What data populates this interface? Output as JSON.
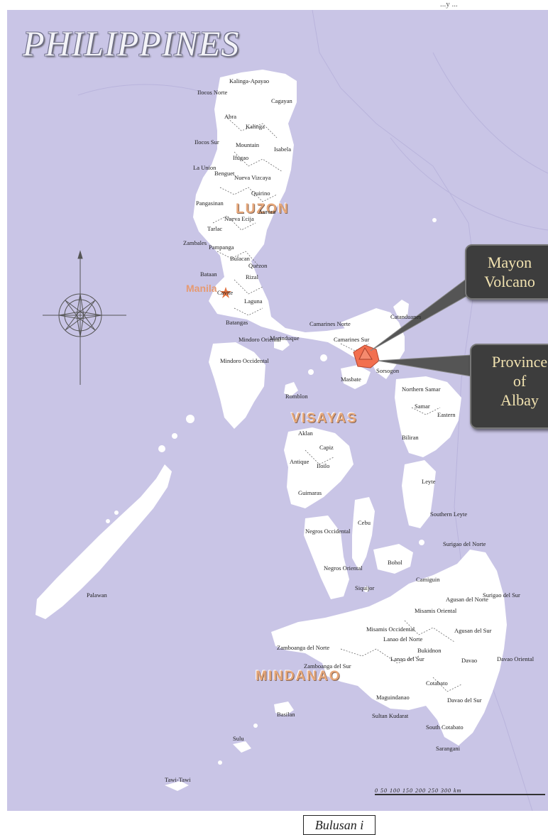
{
  "map": {
    "title": "PHILIPPINES",
    "colors": {
      "sea": "#c9c5e6",
      "land": "#ffffff",
      "highlight": "#f26f4f",
      "region_label": "#e6a77a",
      "callout_bg": "#3d3d3d",
      "callout_text": "#f1e2b0"
    },
    "regions": {
      "luzon": "LUZON",
      "visayas": "VISAYAS",
      "mindanao": "MINDANAO"
    },
    "capital": "Manila",
    "callouts": {
      "mayon": [
        "Mayon",
        "Volcano"
      ],
      "albay": [
        "Province",
        "of",
        "Albay"
      ]
    },
    "scale_text": "0   50   100   150   200   250   300 km",
    "caption": "Bulusan i",
    "top_fragment": "...y ...",
    "compass_icon": "compass-rose-icon",
    "provinces": [
      "Kalinga-Apayao",
      "Ilocos Norte",
      "Cagayan",
      "Abra",
      "Kalinga",
      "Ilocos Sur",
      "Mountain",
      "Isabela",
      "Ifugao",
      "La Union",
      "Benguet",
      "Nueva Vizcaya",
      "Quirino",
      "Pangasinan",
      "Aurora",
      "Nueva Ecija",
      "Tarlac",
      "Zambales",
      "Pampanga",
      "Bulacan",
      "Quezon",
      "Bataan",
      "Rizal",
      "Cavite",
      "Laguna",
      "Batangas",
      "Camarines Norte",
      "Camarines Sur",
      "Catanduanes",
      "Marinduque",
      "Mindoro Oriental",
      "Mindoro Occidental",
      "Sorsogon",
      "Masbate",
      "Romblon",
      "Northern Samar",
      "Samar",
      "Eastern",
      "Aklan",
      "Biliran",
      "Capiz",
      "Antique",
      "Iloilo",
      "Leyte",
      "Guimaras",
      "Cebu",
      "Southern Leyte",
      "Negros Occidental",
      "Bohol",
      "Surigao del Norte",
      "Negros Oriental",
      "Siquijor",
      "Camiguin",
      "Agusan del Norte",
      "Surigao del Sur",
      "Misamis Oriental",
      "Palawan",
      "Misamis Occidental",
      "Agusan del Sur",
      "Lanao del Norte",
      "Zamboanga del Norte",
      "Bukidnon",
      "Lanao del Sur",
      "Zamboanga del Sur",
      "Davao",
      "Davao Oriental",
      "Cotabato",
      "Maguindanao",
      "Davao del Sur",
      "Sultan Kudarat",
      "South Cotabato",
      "Basilan",
      "Sarangani",
      "Sulu",
      "Tawi-Tawi"
    ]
  }
}
